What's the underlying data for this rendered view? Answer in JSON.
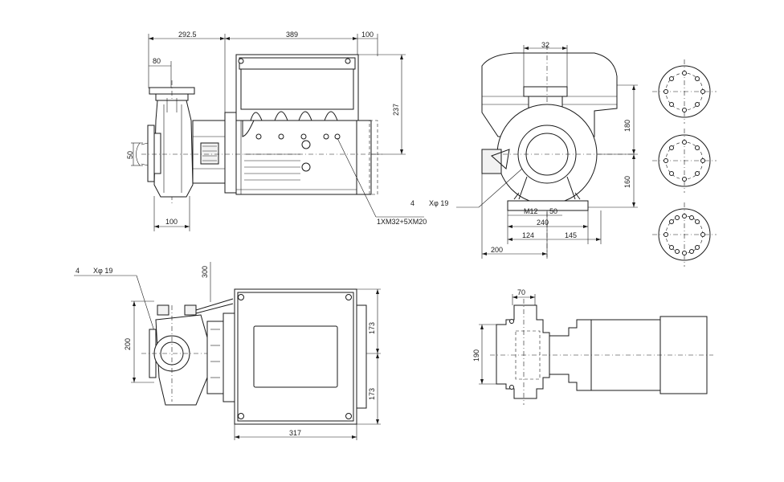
{
  "dimensions": {
    "side_view": {
      "d292_5": "292.5",
      "d389": "389",
      "d100_top": "100",
      "d80": "80",
      "d237": "237",
      "d50": "50",
      "d100_bottom": "100",
      "cable_note": "1XM32+5XM20"
    },
    "end_view": {
      "d32": "32",
      "d180": "180",
      "d160": "160",
      "hole_count": "4",
      "hole_symbol": "Xφ 19",
      "m12": "M12",
      "d50": "50",
      "d240": "240",
      "d124": "124",
      "d145": "145",
      "d200": "200"
    },
    "top_view": {
      "hole_count": "4",
      "hole_symbol": "Xφ 19",
      "d300": "300",
      "d200": "200",
      "d173_upper": "173",
      "d173_lower": "173",
      "d317": "317"
    },
    "section_view": {
      "d70": "70",
      "d190": "190"
    }
  }
}
